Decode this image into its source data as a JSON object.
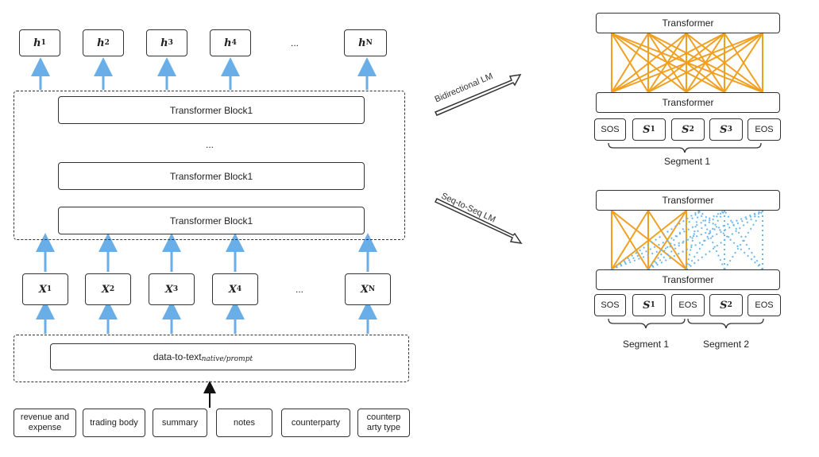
{
  "outputs": [
    {
      "sym": "h",
      "sub": "1"
    },
    {
      "sym": "h",
      "sub": "2"
    },
    {
      "sym": "h",
      "sub": "3"
    },
    {
      "sym": "h",
      "sub": "4"
    },
    {
      "sym": "h",
      "sub": "N"
    }
  ],
  "inputs": [
    {
      "sym": "X",
      "sub": "1"
    },
    {
      "sym": "X",
      "sub": "2"
    },
    {
      "sym": "X",
      "sub": "3"
    },
    {
      "sym": "X",
      "sub": "4"
    },
    {
      "sym": "X",
      "sub": "N"
    }
  ],
  "ellipsis": "...",
  "blocks": [
    "Transformer Block1",
    "Transformer Block1",
    "Transformer Block1"
  ],
  "data_to_text": {
    "main": "data-to-text",
    "sub": "native/prompt"
  },
  "fields": [
    "revenue and expense",
    "trading body",
    "summary",
    "notes",
    "counterparty",
    "counterp arty type"
  ],
  "arrows": {
    "bidirectional": "Bidirectional LM",
    "seq2seq": "Seq-to-Seq LM"
  },
  "top_panel": {
    "transformer_top": "Transformer",
    "transformer_bottom": "Transformer",
    "tokens": [
      {
        "sym": "SOS",
        "sub": ""
      },
      {
        "sym": "S",
        "sub": "1"
      },
      {
        "sym": "S",
        "sub": "2"
      },
      {
        "sym": "S",
        "sub": "3"
      },
      {
        "sym": "EOS",
        "sub": ""
      }
    ],
    "segment": "Segment 1"
  },
  "bottom_panel": {
    "transformer_top": "Transformer",
    "transformer_bottom": "Transformer",
    "tokens": [
      {
        "sym": "SOS",
        "sub": ""
      },
      {
        "sym": "S",
        "sub": "1"
      },
      {
        "sym": "EOS",
        "sub": ""
      },
      {
        "sym": "S",
        "sub": "2"
      },
      {
        "sym": "EOS",
        "sub": ""
      }
    ],
    "segments": [
      "Segment 1",
      "Segment 2"
    ]
  },
  "colors": {
    "blue_arrow": "#6aaee8",
    "orange": "#f0a020",
    "dotted_blue": "#6fb6ea",
    "black": "#111111"
  }
}
